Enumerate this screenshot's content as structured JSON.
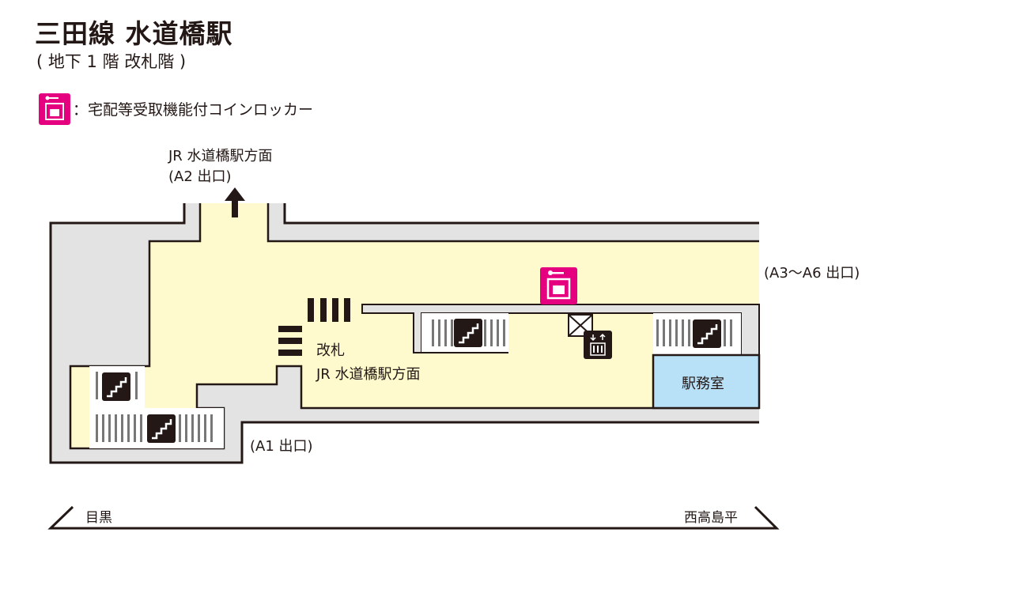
{
  "header": {
    "title": "三田線 水道橋駅",
    "subtitle": "( 地下 1 階 改札階 )"
  },
  "legend": {
    "icon": "coin-locker-delivery-icon",
    "text": "：宅配等受取機能付コインロッカー"
  },
  "map": {
    "exit_a2": {
      "line1": "JR 水道橋駅方面",
      "line2": "(A2 出口)"
    },
    "exit_a3_a6": "(A3〜A6 出口)",
    "exit_a1": "(A1 出口)",
    "gate": {
      "line1": "改札",
      "line2": "JR 水道橋駅方面"
    },
    "station_office": "駅務室",
    "direction_left": "目黒",
    "direction_right": "西高島平"
  },
  "colors": {
    "concourse": "#fffacd",
    "wall": "#e3e3e3",
    "office": "#b8e0f6",
    "locker": "#e4007f",
    "ink": "#231815"
  }
}
